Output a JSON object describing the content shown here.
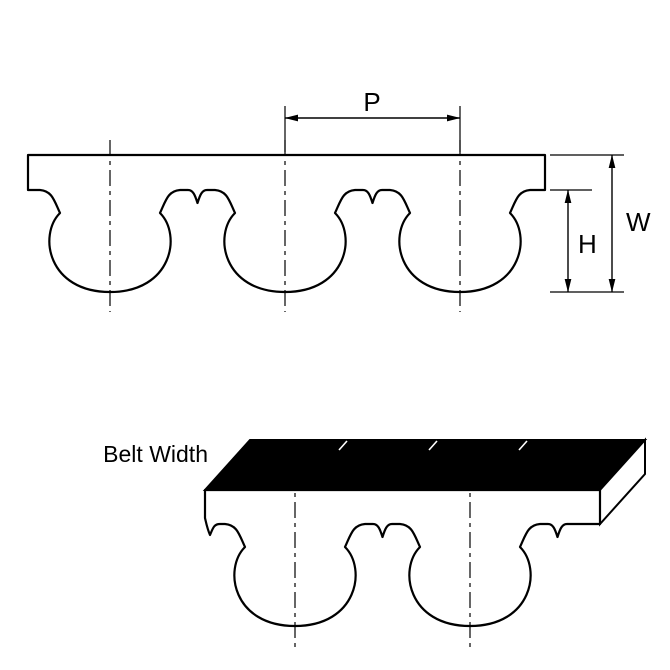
{
  "diagram": {
    "labels": {
      "pitch": "P",
      "belt_height": "W",
      "tooth_height": "H",
      "belt_width": "Belt Width"
    },
    "colors": {
      "line": "#000000",
      "belt_fill": "#ffffff",
      "top_face_fill": "#000000",
      "background": "#ffffff"
    }
  }
}
